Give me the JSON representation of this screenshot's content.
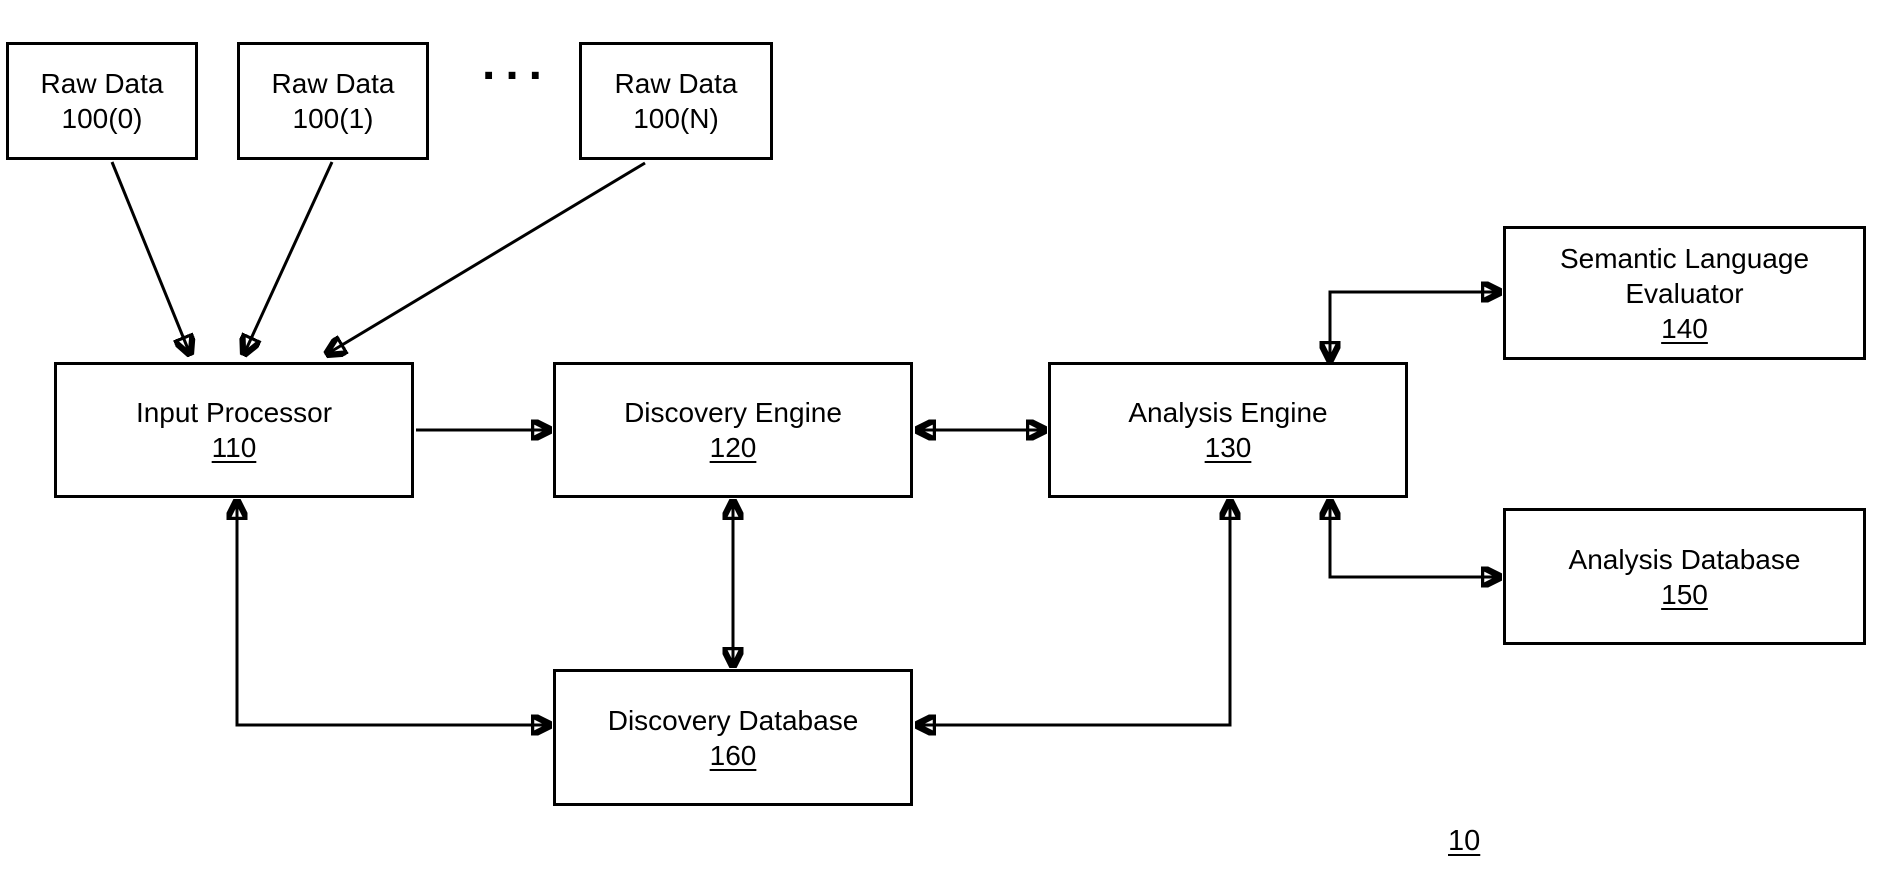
{
  "figure": {
    "number": "10",
    "ellipsis": "..."
  },
  "nodes": {
    "raw_data_0": {
      "label": "Raw Data",
      "ref": "100(0)"
    },
    "raw_data_1": {
      "label": "Raw Data",
      "ref": "100(1)"
    },
    "raw_data_n": {
      "label": "Raw Data",
      "ref": "100(N)"
    },
    "input_processor": {
      "label": "Input Processor",
      "ref": "110"
    },
    "discovery_engine": {
      "label": "Discovery Engine",
      "ref": "120"
    },
    "analysis_engine": {
      "label": "Analysis Engine",
      "ref": "130"
    },
    "semantic_language_evaluator": {
      "label_line1": "Semantic Language",
      "label_line2": "Evaluator",
      "ref": "140"
    },
    "analysis_database": {
      "label": "Analysis Database",
      "ref": "150"
    },
    "discovery_database": {
      "label": "Discovery Database",
      "ref": "160"
    }
  },
  "edges": [
    {
      "from": "raw_data_0",
      "to": "input_processor",
      "direction": "one-way"
    },
    {
      "from": "raw_data_1",
      "to": "input_processor",
      "direction": "one-way"
    },
    {
      "from": "raw_data_n",
      "to": "input_processor",
      "direction": "one-way"
    },
    {
      "from": "input_processor",
      "to": "discovery_engine",
      "direction": "one-way"
    },
    {
      "from": "discovery_engine",
      "to": "analysis_engine",
      "direction": "two-way"
    },
    {
      "from": "discovery_engine",
      "to": "discovery_database",
      "direction": "two-way"
    },
    {
      "from": "input_processor",
      "to": "discovery_database",
      "direction": "two-way"
    },
    {
      "from": "analysis_engine",
      "to": "discovery_database",
      "direction": "two-way"
    },
    {
      "from": "analysis_engine",
      "to": "semantic_language_evaluator",
      "direction": "two-way"
    },
    {
      "from": "analysis_engine",
      "to": "analysis_database",
      "direction": "two-way"
    }
  ],
  "colors": {
    "line": "#000000",
    "box_border": "#000000",
    "box_fill": "#ffffff",
    "background": "#ffffff",
    "text": "#000000"
  }
}
